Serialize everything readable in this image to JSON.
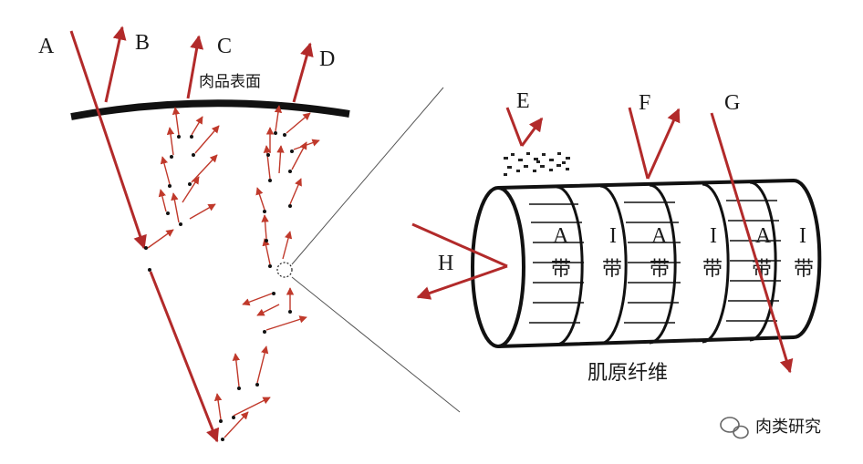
{
  "labels": {
    "A": "A",
    "B": "B",
    "C": "C",
    "D": "D",
    "E": "E",
    "F": "F",
    "G": "G",
    "H": "H"
  },
  "surface_label": "肉品表面",
  "fiber_label": "肌原纤维",
  "bands": [
    {
      "top": "A",
      "bottom": "带"
    },
    {
      "top": "I",
      "bottom": "带"
    },
    {
      "top": "A",
      "bottom": "带"
    },
    {
      "top": "I",
      "bottom": "带"
    },
    {
      "top": "A",
      "bottom": "带"
    },
    {
      "top": "I",
      "bottom": "带"
    }
  ],
  "watermark": "肉类研究",
  "colors": {
    "ray": "#b22a2a",
    "scatter": "#c0392b",
    "ink": "#111111"
  }
}
